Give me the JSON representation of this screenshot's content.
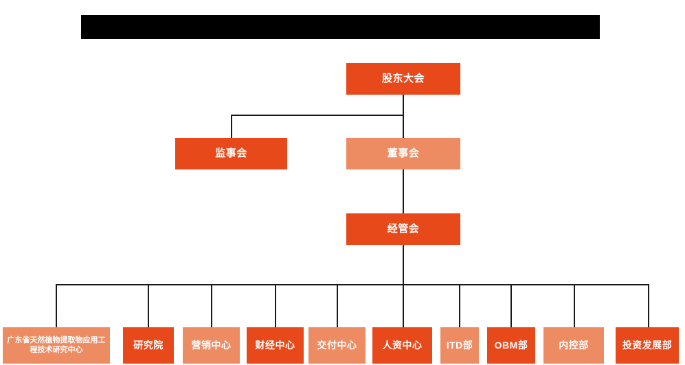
{
  "page": {
    "title_bar_redacted": true,
    "background_color": "#ffffff"
  },
  "colors": {
    "dark_orange": "#E8491B",
    "light_orange": "#ED8B63",
    "connector": "#1a1a1a",
    "text": "#ffffff",
    "redaction": "#000000"
  },
  "org_chart": {
    "type": "org-hierarchy",
    "levels": [
      {
        "level": 1,
        "nodes": [
          {
            "id": "shareholders",
            "label": "股东大会",
            "shade": "dark"
          }
        ]
      },
      {
        "level": 2,
        "nodes": [
          {
            "id": "supervisors",
            "label": "监事会",
            "shade": "dark"
          },
          {
            "id": "directors",
            "label": "董事会",
            "shade": "light"
          }
        ]
      },
      {
        "level": 3,
        "nodes": [
          {
            "id": "management",
            "label": "经管会",
            "shade": "dark"
          }
        ]
      },
      {
        "level": 4,
        "nodes": [
          {
            "id": "research-center",
            "label": "广东省天然植物提取物应用工程技术研究中心",
            "shade": "light"
          },
          {
            "id": "institute",
            "label": "研究院",
            "shade": "dark"
          },
          {
            "id": "marketing-center",
            "label": "营销中心",
            "shade": "light"
          },
          {
            "id": "finance-center",
            "label": "财经中心",
            "shade": "dark"
          },
          {
            "id": "delivery-center",
            "label": "交付中心",
            "shade": "light"
          },
          {
            "id": "hr-center",
            "label": "人资中心",
            "shade": "dark"
          },
          {
            "id": "itd-dept",
            "label": "ITD部",
            "shade": "light"
          },
          {
            "id": "obm-dept",
            "label": "OBM部",
            "shade": "dark"
          },
          {
            "id": "internal-control-dept",
            "label": "内控部",
            "shade": "light"
          },
          {
            "id": "investment-development-dept",
            "label": "投资发展部",
            "shade": "dark"
          }
        ]
      }
    ]
  }
}
